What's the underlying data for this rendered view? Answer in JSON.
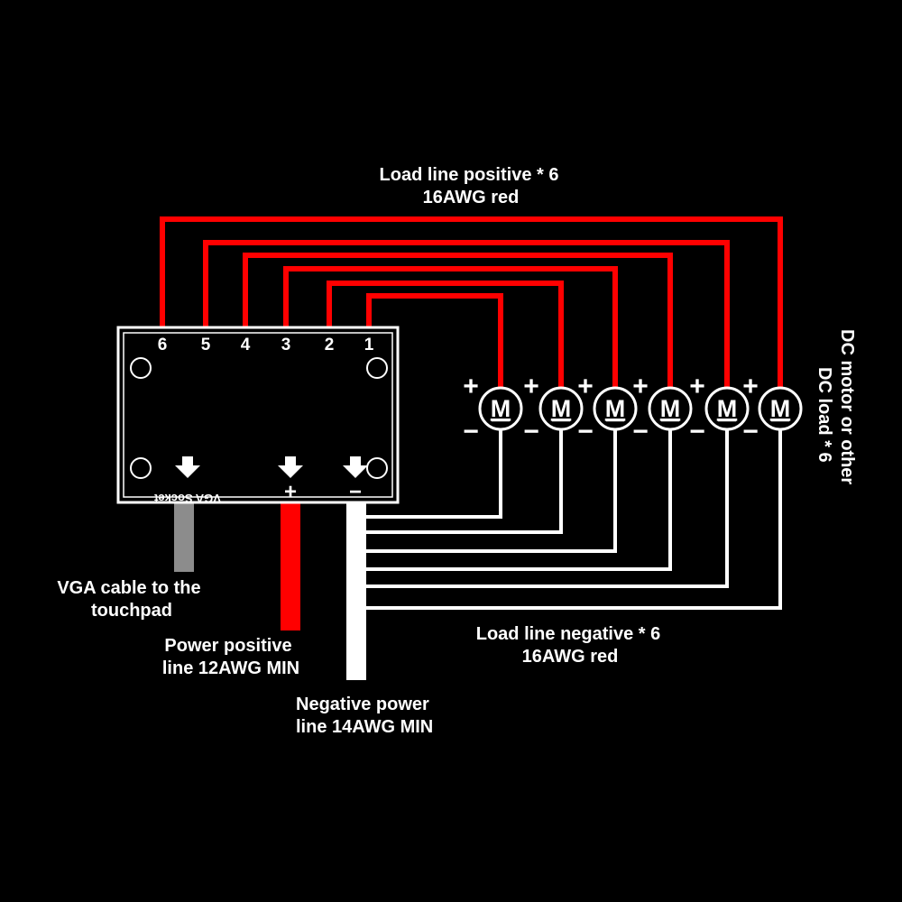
{
  "colors": {
    "background": "#000000",
    "positive_wire": "#ff0000",
    "negative_wire": "#ffffff",
    "vga_cable": "#8c8c8c"
  },
  "labels": {
    "load_positive": [
      "Load line positive * 6",
      "16AWG red"
    ],
    "load_negative": [
      "Load line negative * 6",
      "16AWG red"
    ],
    "vga_cable": [
      "VGA cable to the",
      "touchpad"
    ],
    "power_positive": [
      "Power positive",
      "line 12AWG MIN"
    ],
    "power_negative": [
      "Negative power",
      "line 14AWG MIN"
    ],
    "dc_load": [
      "DC motor or other",
      "DC load * 6"
    ]
  },
  "board": {
    "terminals": [
      "6",
      "5",
      "4",
      "3",
      "2",
      "1"
    ],
    "vga_socket_label": "VGA Socket",
    "plus_sign": "+",
    "minus_sign": "−",
    "arrow_icon": "down-arrow-icon"
  },
  "motors": {
    "count": 6,
    "symbol": "M",
    "plus_sign": "+",
    "minus_sign": "−"
  }
}
